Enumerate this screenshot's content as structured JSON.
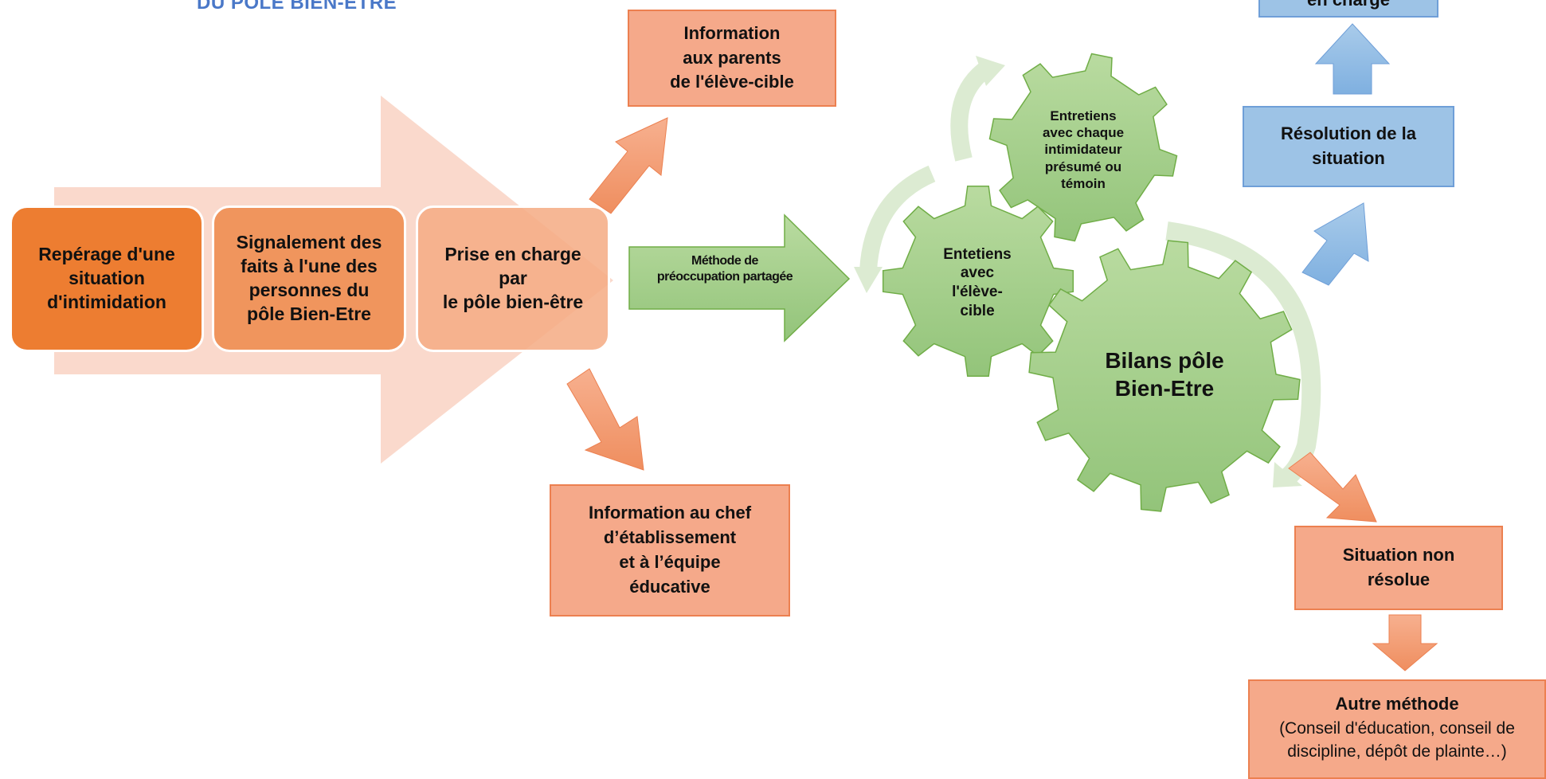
{
  "title": {
    "fragment": "DU PÔLE BIEN-ÊTRE"
  },
  "steps": [
    {
      "lines": [
        "Repérage d'une",
        "situation",
        "d'intimidation"
      ]
    },
    {
      "lines": [
        "Signalement des",
        "faits à l'une des",
        "personnes du",
        "pôle Bien-Etre"
      ]
    },
    {
      "lines": [
        "Prise en charge",
        "par",
        "le pôle bien-être"
      ]
    }
  ],
  "info_parents": {
    "lines": [
      "Information",
      "aux parents",
      "de l'élève-cible"
    ]
  },
  "info_chef": {
    "lines": [
      "Information au chef",
      "d’établissement",
      "et à l’équipe",
      "éducative"
    ]
  },
  "method": {
    "lines": [
      "Méthode de",
      "préoccupation partagée"
    ]
  },
  "gears": {
    "small_top": {
      "lines": [
        "Entretiens",
        "avec chaque",
        "intimidateur",
        "présumé ou",
        "témoin"
      ]
    },
    "small_left": {
      "lines": [
        "Entetiens",
        "avec",
        "l'élève-",
        "cible"
      ]
    },
    "big": {
      "lines": [
        "Bilans pôle",
        "Bien-Etre"
      ]
    }
  },
  "top_cut_box": {
    "text": "en charge"
  },
  "resolution": {
    "lines": [
      "Résolution de la",
      "situation"
    ]
  },
  "non_resolue": {
    "lines": [
      "Situation non",
      "résolue"
    ]
  },
  "autre": {
    "heading": "Autre méthode",
    "lines": [
      "(Conseil d'éducation, conseil de",
      "discipline, dépôt de plainte…)"
    ]
  },
  "colors": {
    "orange_dark": "#ed7d31",
    "orange_mid": "#f0955d",
    "orange_light": "#f5a98a",
    "green": "#a9d18e",
    "green_dark": "#70ad47",
    "blue": "#9dc3e6"
  }
}
